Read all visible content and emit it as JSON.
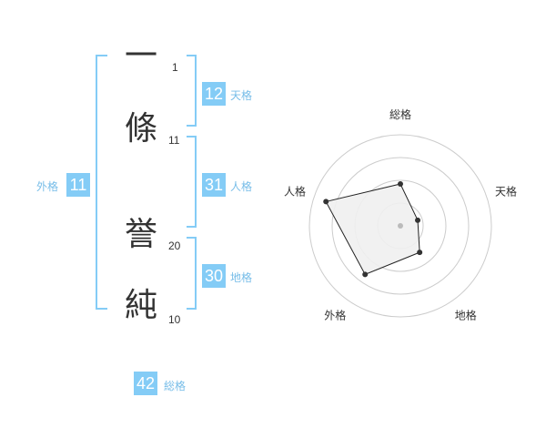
{
  "colors": {
    "accent": "#84ccf6",
    "label": "#77bde8",
    "text": "#333333",
    "ring": "#cccccc",
    "polygon_fill": "#efefef",
    "polygon_stroke": "#222222"
  },
  "name": {
    "characters": [
      {
        "char": "一",
        "strokes": "1"
      },
      {
        "char": "條",
        "strokes": "11"
      },
      {
        "char": "誉",
        "strokes": "20"
      },
      {
        "char": "純",
        "strokes": "10"
      }
    ]
  },
  "fortunes": {
    "tenkaku": {
      "value": "12",
      "label": "天格"
    },
    "jinkaku": {
      "value": "31",
      "label": "人格"
    },
    "chikaku": {
      "value": "30",
      "label": "地格"
    },
    "gaikaku": {
      "value": "11",
      "label": "外格"
    },
    "soukaku": {
      "value": "42",
      "label": "総格"
    }
  },
  "chart_data": {
    "type": "radar",
    "axes": [
      "総格",
      "天格",
      "地格",
      "外格",
      "人格"
    ],
    "levels": 4,
    "max": 5,
    "values": [
      2.3,
      1.0,
      1.8,
      3.3,
      4.3
    ]
  }
}
